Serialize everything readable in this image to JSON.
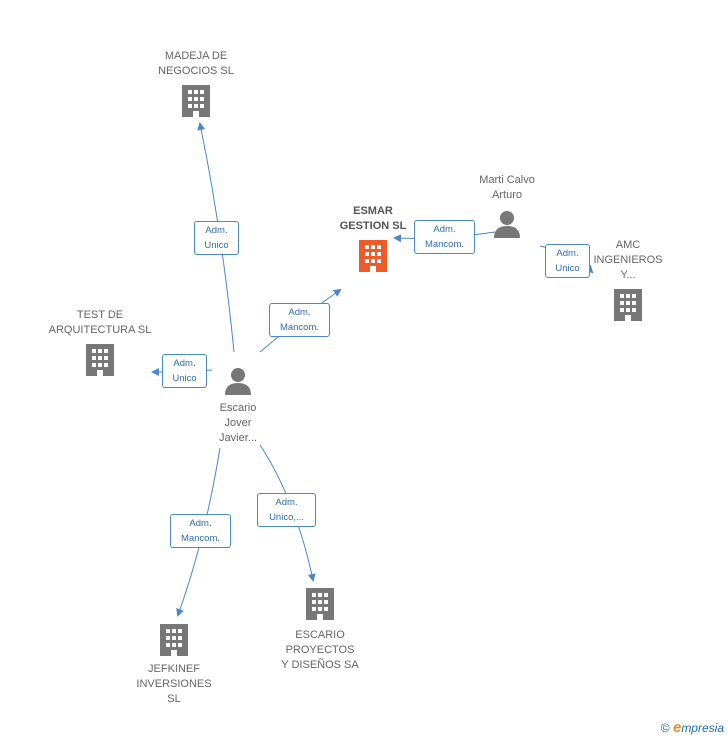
{
  "nodes": {
    "madeja": {
      "label": "MADEJA DE\nNEGOCIOS  SL"
    },
    "esmar": {
      "label": "ESMAR\nGESTION  SL"
    },
    "marti": {
      "label": "Marti Calvo\nArturo"
    },
    "amc": {
      "label": "AMC\nINGENIEROS\nY..."
    },
    "test": {
      "label": "TEST DE\nARQUITECTURA SL"
    },
    "escario_person": {
      "label": "Escario\nJover\nJavier..."
    },
    "jefkinef": {
      "label": "JEFKINEF\nINVERSIONES\nSL"
    },
    "escario_proyectos": {
      "label": "ESCARIO\nPROYECTOS\nY DISEÑOS SA"
    }
  },
  "edges": {
    "madeja": {
      "label": "Adm.\nUnico"
    },
    "esmar_from_escario": {
      "label": "Adm.\nMancom."
    },
    "esmar_from_marti": {
      "label": "Adm.\nMancom."
    },
    "amc": {
      "label": "Adm.\nUnico"
    },
    "test": {
      "label": "Adm.\nUnico"
    },
    "jefkinef": {
      "label": "Adm.\nMancom."
    },
    "escario_proyectos": {
      "label": "Adm.\nUnico,..."
    }
  },
  "colors": {
    "edge": "#4a88c8",
    "building": "#777777",
    "building_focus": "#f05a28",
    "person": "#777777"
  },
  "brand": {
    "copyright": "©",
    "logo_initial": "e",
    "logo_rest": "mpresia"
  }
}
